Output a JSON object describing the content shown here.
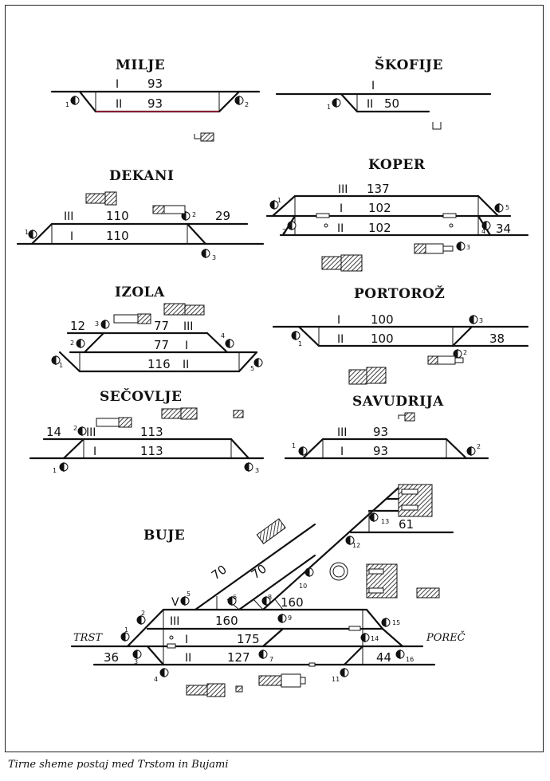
{
  "caption": "Tirne sheme postaj med Trstom in Bujami",
  "stations": {
    "milje": {
      "name": "MILJE",
      "tracks": [
        "I",
        "II"
      ],
      "lengths": [
        "93",
        "93"
      ],
      "signals": [
        "1",
        "2"
      ]
    },
    "skofije": {
      "name": "ŠKOFIJE",
      "tracks": [
        "I",
        "II"
      ],
      "lengths": [
        "50"
      ],
      "signals": [
        "1"
      ]
    },
    "dekani": {
      "name": "DEKANI",
      "tracks": [
        "III",
        "I"
      ],
      "lengths": [
        "110",
        "110",
        "29"
      ],
      "signals": [
        "1",
        "2",
        "3"
      ]
    },
    "koper": {
      "name": "KOPER",
      "tracks": [
        "III",
        "I",
        "II"
      ],
      "lengths": [
        "137",
        "102",
        "102",
        "34"
      ],
      "signals": [
        "1",
        "2",
        "3",
        "4",
        "5"
      ]
    },
    "izola": {
      "name": "IZOLA",
      "tracks": [
        "III",
        "I",
        "II"
      ],
      "lengths": [
        "12",
        "77",
        "77",
        "116"
      ],
      "signals": [
        "1",
        "2",
        "3",
        "4",
        "5"
      ]
    },
    "portoroz": {
      "name": "PORTOROŽ",
      "tracks": [
        "I",
        "II"
      ],
      "lengths": [
        "100",
        "100",
        "38"
      ],
      "signals": [
        "1",
        "2",
        "3"
      ]
    },
    "secovlje": {
      "name": "SEČOVLJE",
      "tracks": [
        "III",
        "I"
      ],
      "lengths": [
        "14",
        "113",
        "113"
      ],
      "signals": [
        "1",
        "2",
        "3"
      ]
    },
    "savudrija": {
      "name": "SAVUDRIJA",
      "tracks": [
        "III",
        "I"
      ],
      "lengths": [
        "93",
        "93"
      ],
      "signals": [
        "1",
        "2"
      ]
    },
    "buje": {
      "name": "BUJE",
      "tracks": [
        "V",
        "III",
        "I",
        "II"
      ],
      "lengths": [
        "70",
        "70",
        "160",
        "160",
        "175",
        "127",
        "36",
        "44",
        "61"
      ],
      "signals": [
        "1",
        "2",
        "3",
        "4",
        "5",
        "6",
        "7",
        "8",
        "9",
        "10",
        "11",
        "12",
        "13",
        "14",
        "15",
        "16"
      ],
      "direction_left": "TRST",
      "direction_right": "POREČ"
    }
  }
}
